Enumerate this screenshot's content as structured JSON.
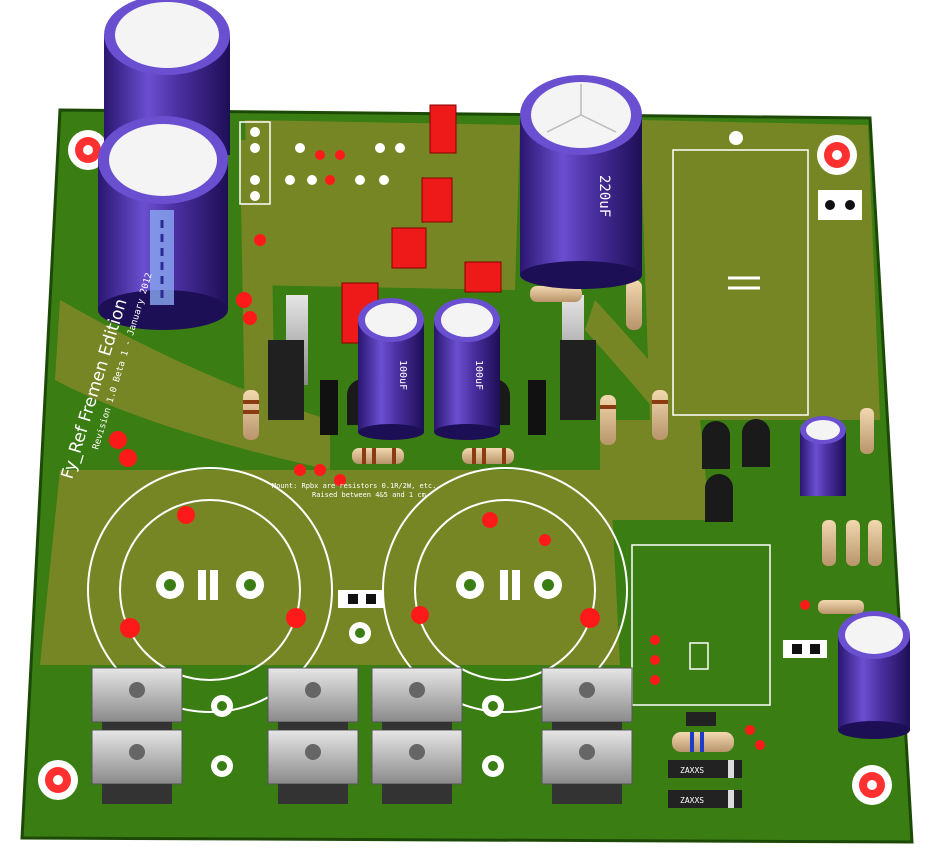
{
  "board": {
    "title": "Fy_Ref Fremen Edition",
    "revision": "Revision 1.0 Beta 1 - January 2012",
    "note_line1": "Mount: Rpbx are resistors 0.1R/2W, etc.",
    "note_line2": "Raised between 4&5 and 1 cm"
  },
  "capacitors": {
    "big_cap_label": "220uF",
    "small_cap_left": "100uF",
    "small_cap_right": "100uF"
  },
  "diodes": {
    "zener_a": "ZAXXS",
    "zener_b": "ZAXXS"
  },
  "colors": {
    "board": "#3a7d12",
    "copper": "#8c8a2c",
    "capacitor": "#4a2fa0",
    "pad_red": "#ff1a1a",
    "heatsink": "#9a9a9a"
  }
}
